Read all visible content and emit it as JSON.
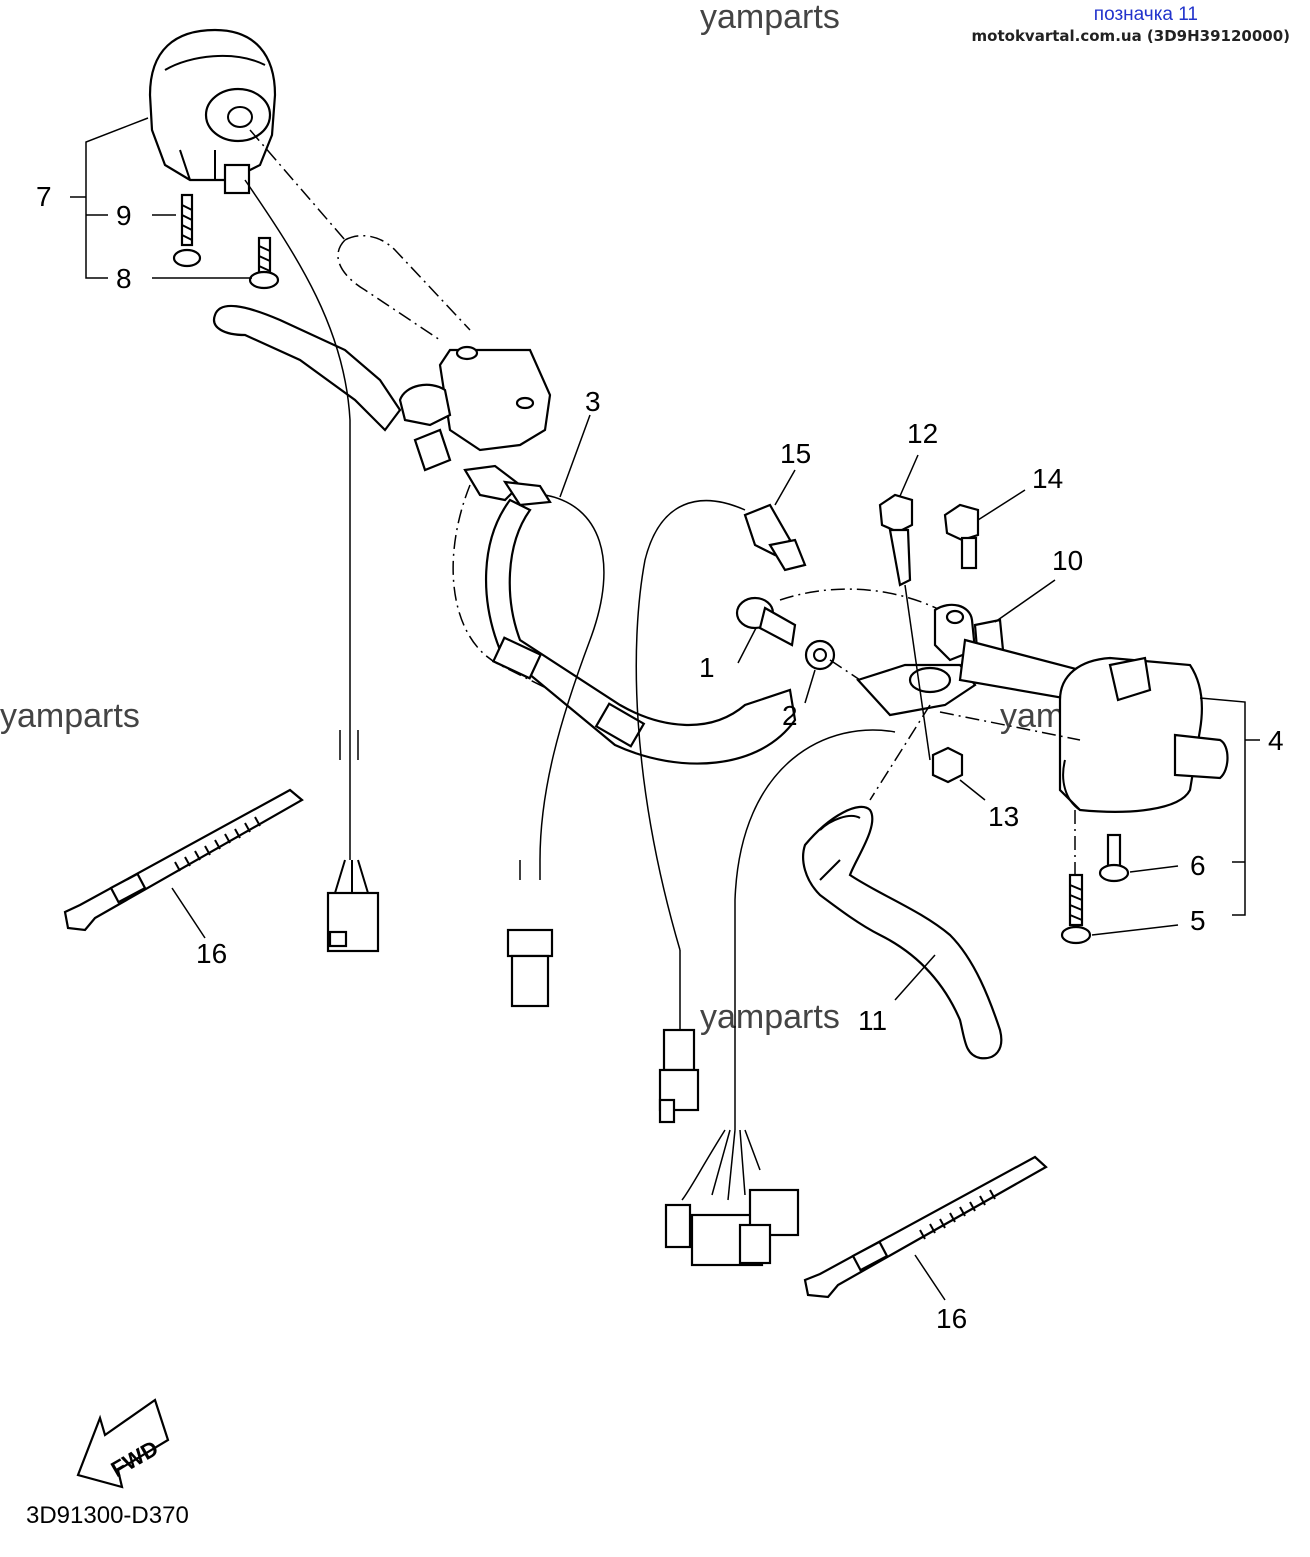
{
  "header": {
    "title": "позначка 11",
    "source": "motokvartal.com.ua (3D9H39120000)"
  },
  "watermarks": [
    "yamparts",
    "yamparts",
    "yamparts",
    "yamparts"
  ],
  "callouts": {
    "c1": "1",
    "c2": "2",
    "c3": "3",
    "c4": "4",
    "c5": "5",
    "c6": "6",
    "c7": "7",
    "c8": "8",
    "c9": "9",
    "c10": "10",
    "c11": "11",
    "c12": "12",
    "c13": "13",
    "c14": "14",
    "c15": "15",
    "c16a": "16",
    "c16b": "16"
  },
  "fwd_label": "FWD",
  "diagram_code": "3D91300-D370"
}
